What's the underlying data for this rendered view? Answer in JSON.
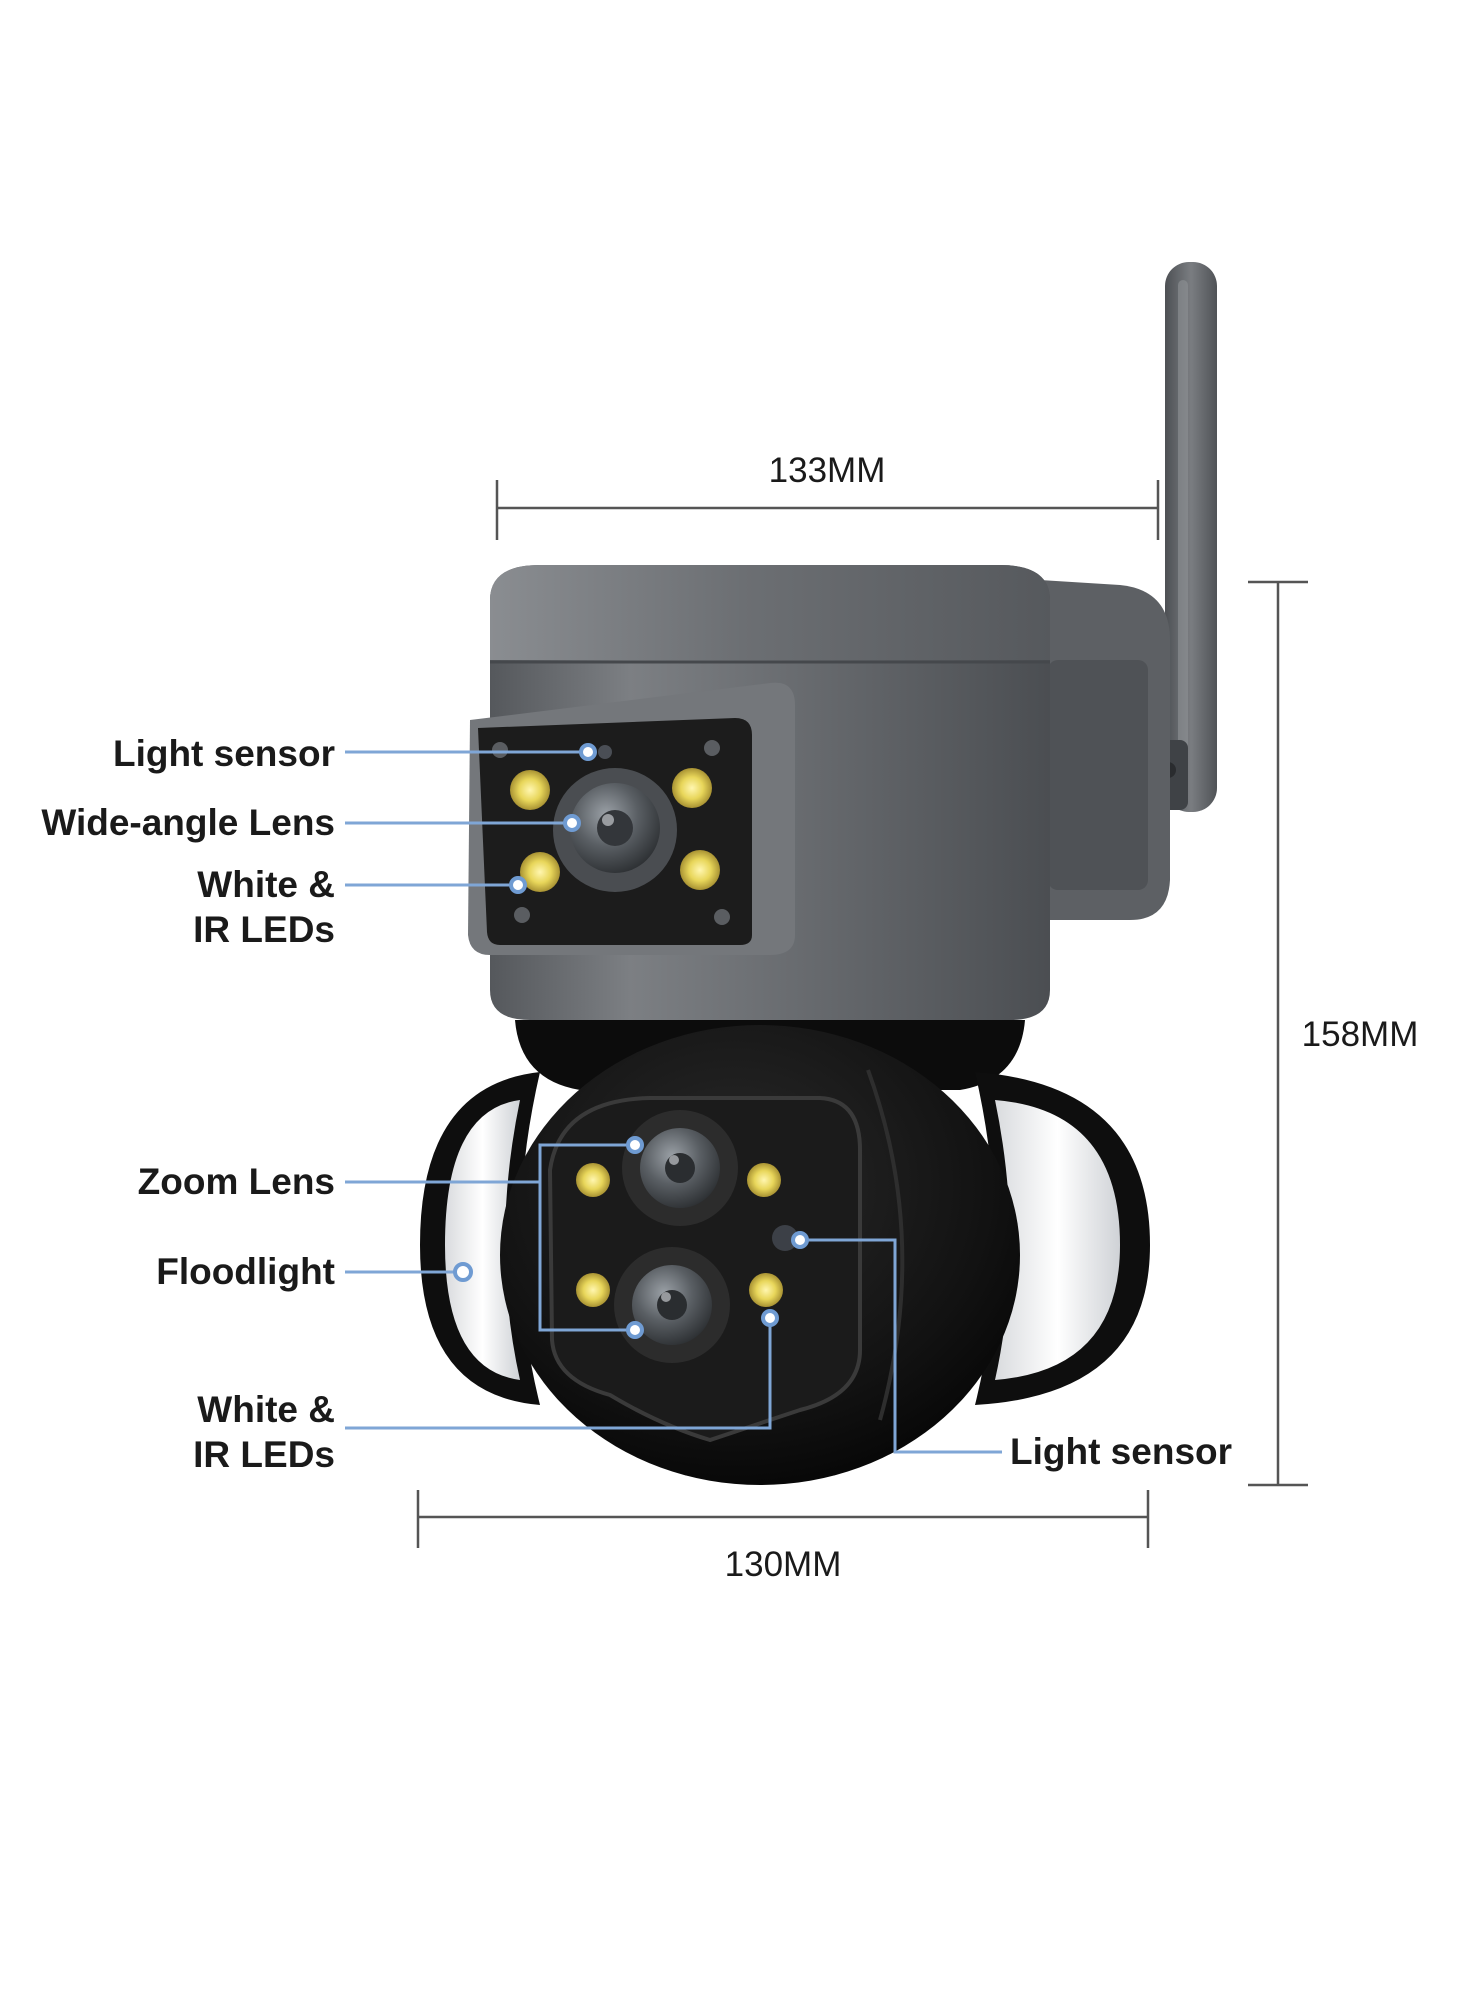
{
  "callouts": {
    "light_sensor_top": "Light sensor",
    "wide_angle_lens": "Wide-angle Lens",
    "leds_top_line1": "White &",
    "leds_top_line2": "IR LEDs",
    "zoom_lens": "Zoom Lens",
    "floodlight": "Floodlight",
    "leds_bottom_line1": "White &",
    "leds_bottom_line2": "IR LEDs",
    "light_sensor_bottom": "Light sensor"
  },
  "dimensions": {
    "top_width": "133MM",
    "height": "158MM",
    "bottom_width": "130MM"
  },
  "colors": {
    "upper_body": "#6b6e72",
    "lower_body": "#141414",
    "led": "#e8d65a",
    "leader": "#7fa6d6",
    "text": "#1a1a1a"
  }
}
